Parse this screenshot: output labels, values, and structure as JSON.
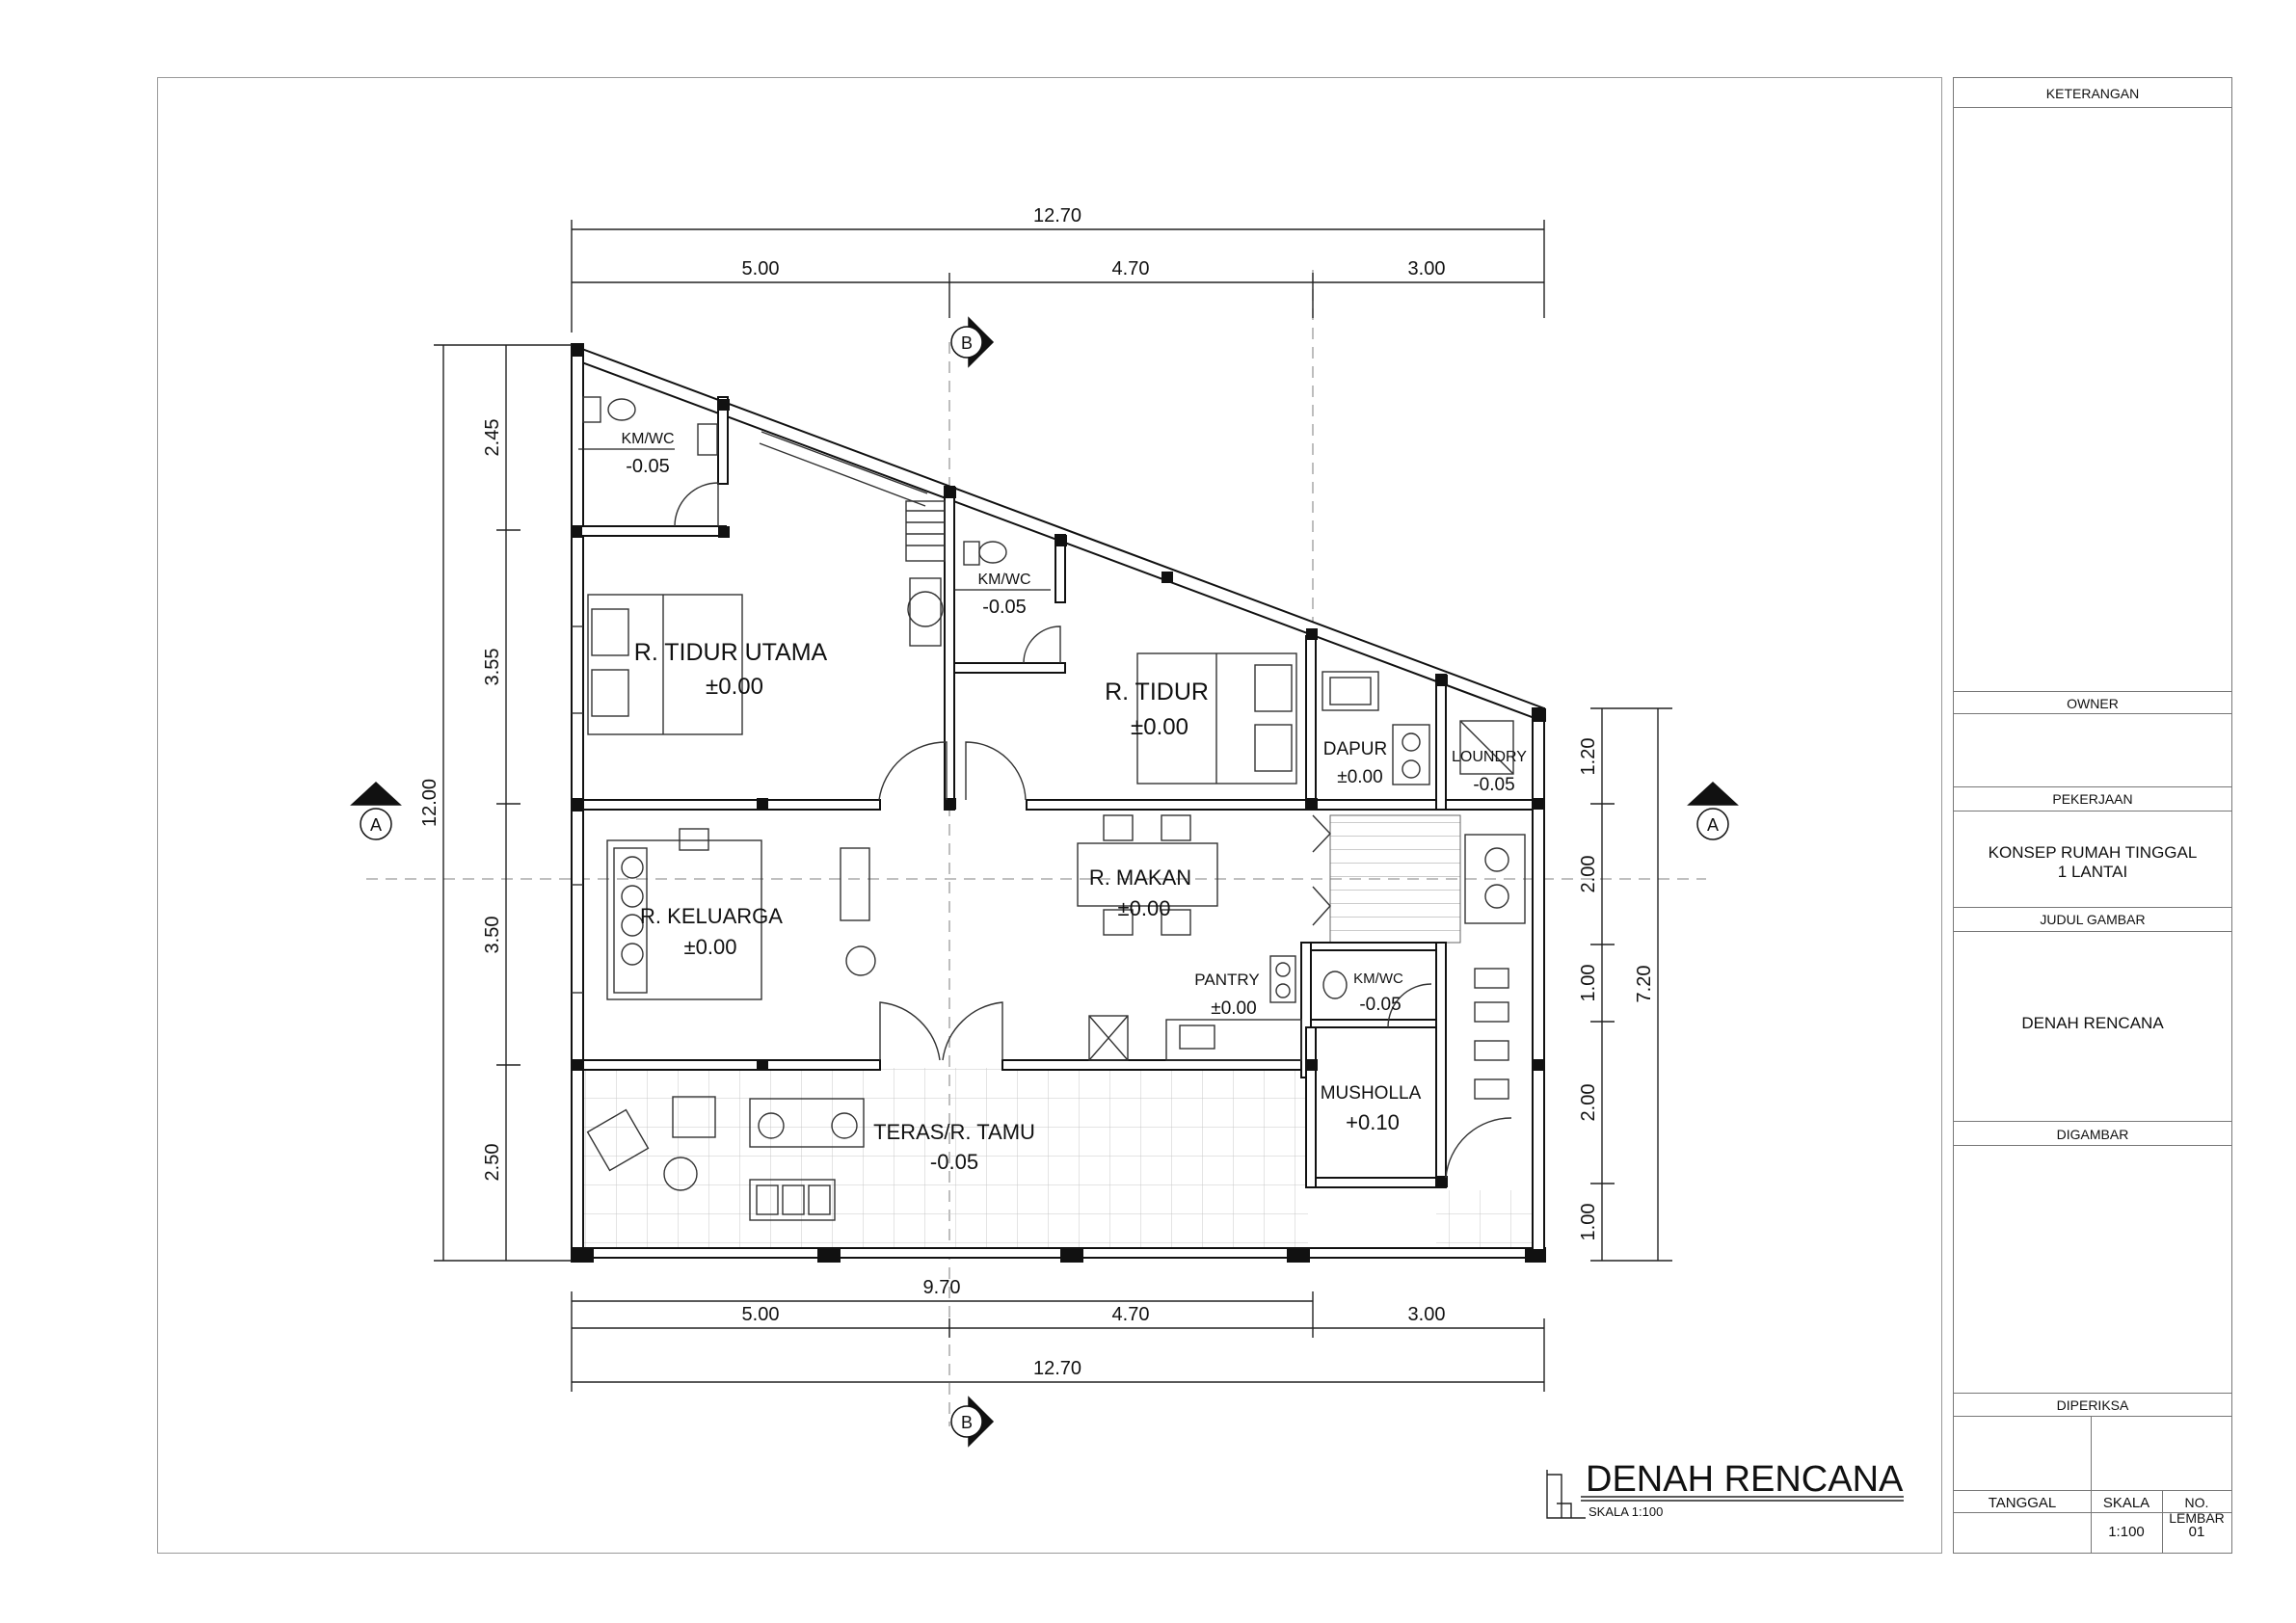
{
  "dimensions": {
    "top_total": "12.70",
    "top_segments": [
      "5.00",
      "4.70",
      "3.00"
    ],
    "bottom_inner": "9.70",
    "bottom_segments": [
      "5.00",
      "4.70",
      "3.00"
    ],
    "bottom_total": "12.70",
    "left_segments": [
      "2.45",
      "3.55",
      "3.50",
      "2.50"
    ],
    "left_total": "12.00",
    "right_segments": [
      "1.20",
      "2.00",
      "1.00",
      "2.00",
      "1.00"
    ],
    "right_total": "7.20"
  },
  "section_markers": {
    "a": "A",
    "b": "B"
  },
  "rooms": [
    {
      "name": "KM/WC",
      "level": "-0.05"
    },
    {
      "name": "R. TIDUR UTAMA",
      "level": "±0.00"
    },
    {
      "name": "KM/WC",
      "level": "-0.05"
    },
    {
      "name": "R. TIDUR",
      "level": "±0.00"
    },
    {
      "name": "DAPUR",
      "level": "±0.00"
    },
    {
      "name": "LOUNDRY",
      "level": "-0.05"
    },
    {
      "name": "R. KELUARGA",
      "level": "±0.00"
    },
    {
      "name": "R. MAKAN",
      "level": "±0.00"
    },
    {
      "name": "PANTRY",
      "level": "±0.00"
    },
    {
      "name": "KM/WC",
      "level": "-0.05"
    },
    {
      "name": "MUSHOLLA",
      "level": "+0.10"
    },
    {
      "name": "TERAS/R. TAMU",
      "level": "-0.05"
    }
  ],
  "drawing_title": {
    "title": "DENAH RENCANA",
    "scale": "SKALA 1:100"
  },
  "title_block": {
    "keterangan": "KETERANGAN",
    "owner": "OWNER",
    "pekerjaan": "PEKERJAAN",
    "project_line1": "KONSEP RUMAH TINGGAL",
    "project_line2": "1 LANTAI",
    "judul_gambar": "JUDUL GAMBAR",
    "judul_value": "DENAH RENCANA",
    "digambar": "DIGAMBAR",
    "diperiksa": "DIPERIKSA",
    "tanggal": "TANGGAL",
    "skala": "SKALA",
    "no_lembar": "NO. LEMBAR",
    "skala_value": "1:100",
    "no_lembar_value": "01"
  },
  "colors": {
    "wall": "#111111",
    "wall_hatch": "#ffffff",
    "line": "#222222",
    "dash": "#9a9a9a",
    "frame": "#999999"
  }
}
